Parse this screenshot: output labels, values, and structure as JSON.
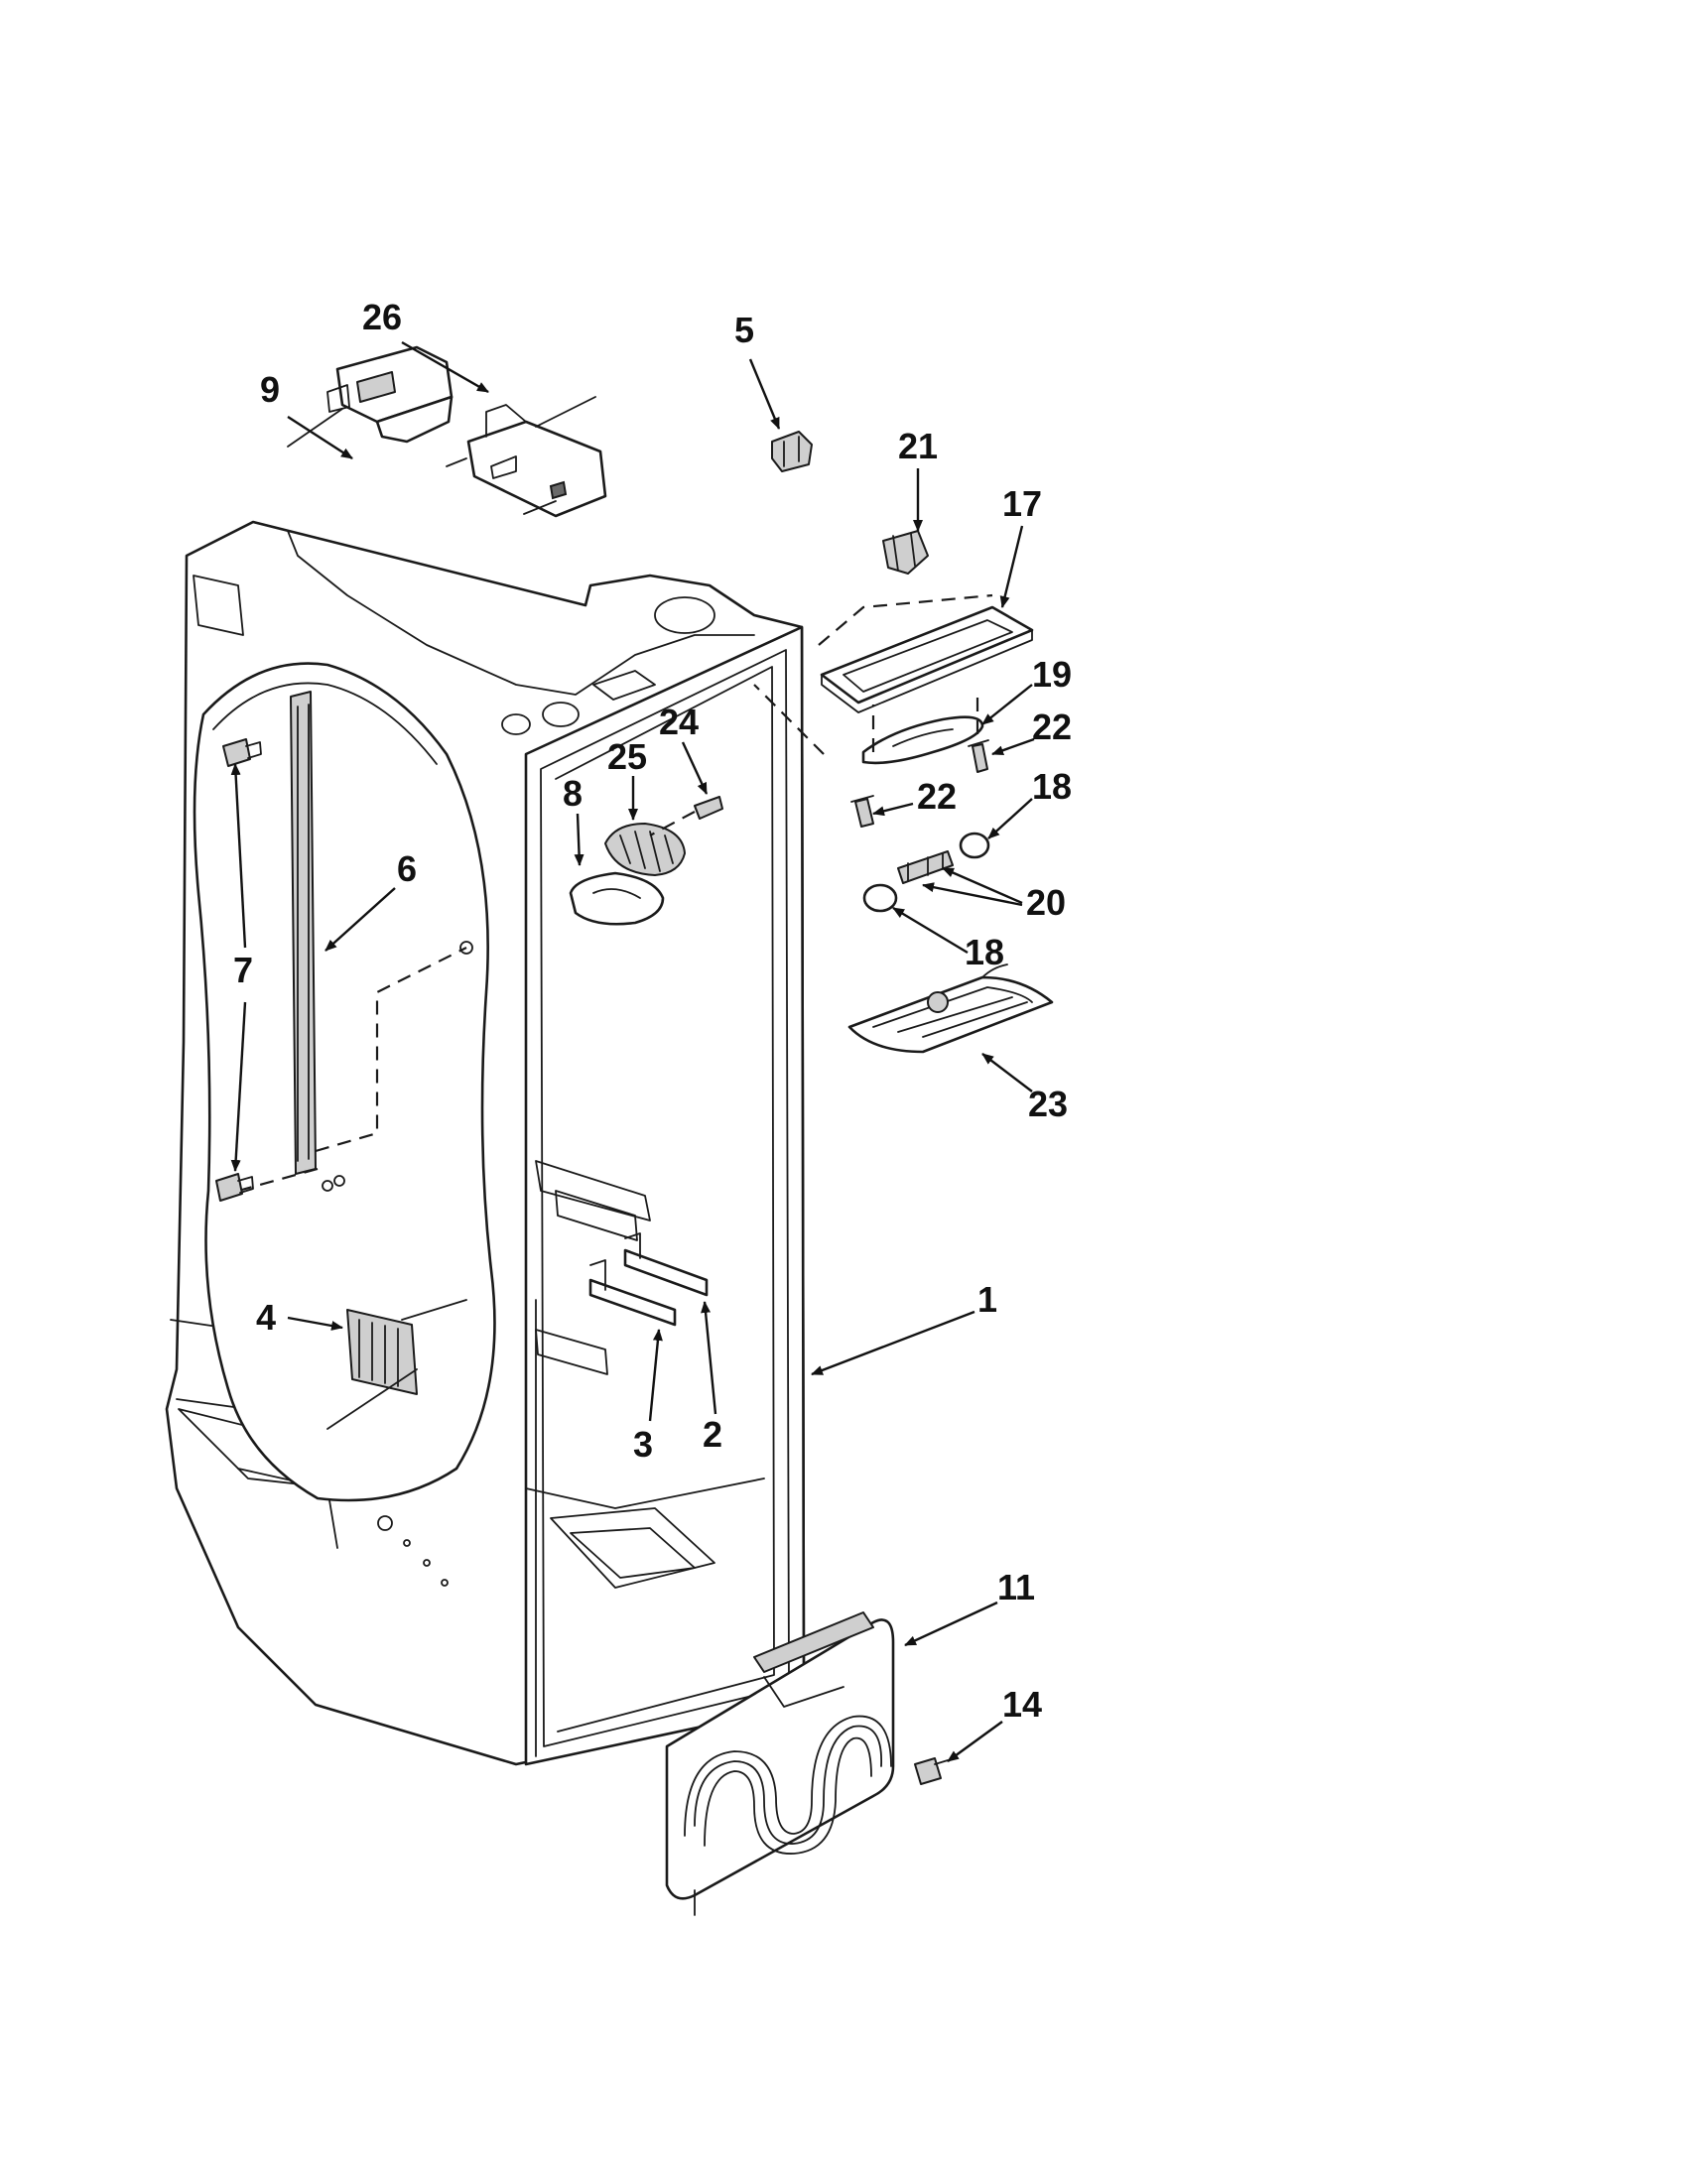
{
  "callouts": {
    "c1": "1",
    "c2": "2",
    "c3": "3",
    "c4": "4",
    "c5": "5",
    "c6": "6",
    "c7": "7",
    "c8": "8",
    "c9": "9",
    "c11": "11",
    "c14": "14",
    "c17": "17",
    "c18a": "18",
    "c18b": "18",
    "c19": "19",
    "c20": "20",
    "c21": "21",
    "c22a": "22",
    "c22b": "22",
    "c23": "23",
    "c24": "24",
    "c25": "25",
    "c26": "26"
  },
  "colors": {
    "ink": "#1a1a1a",
    "paper": "#ffffff"
  }
}
